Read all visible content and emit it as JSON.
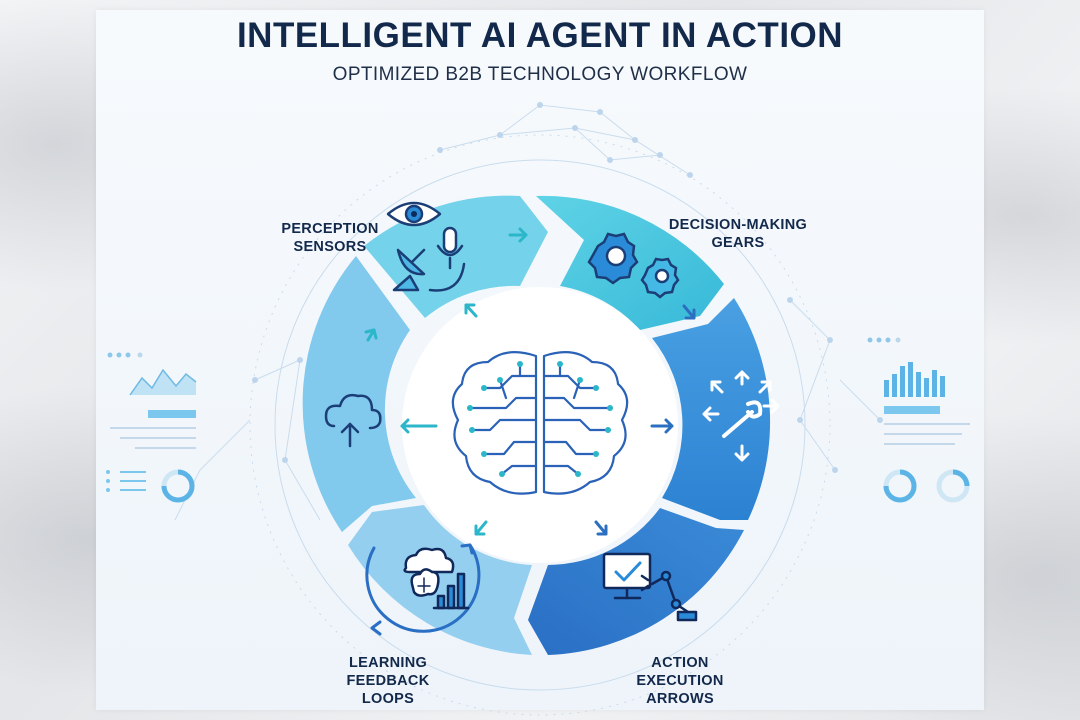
{
  "title": "INTELLIGENT AI AGENT IN ACTION",
  "subtitle": "OPTIMIZED B2B TECHNOLOGY WORKFLOW",
  "stages": [
    {
      "label_lines": [
        "PERCEPTION",
        "SENSORS"
      ],
      "icon": "eye-satellite-microphone-icon",
      "color": "#6fd0e8"
    },
    {
      "label_lines": [
        "DECISION-MAKING",
        "GEARS"
      ],
      "icon": "gears-icon",
      "color": "#3cc3df"
    },
    {
      "label_lines": [
        "",
        ""
      ],
      "icon": "arrows-wrench-icon",
      "color": "#2e8fd8"
    },
    {
      "label_lines": [
        "ACTION",
        "EXECUTION",
        "ARROWS"
      ],
      "icon": "monitor-robot-arm-icon",
      "color": "#3b87d6"
    },
    {
      "label_lines": [
        "LEARNING",
        "FEEDBACK",
        "LOOPS"
      ],
      "icon": "brain-cloud-chart-icon",
      "color": "#8fcdf0"
    },
    {
      "label_lines": [
        "",
        ""
      ],
      "icon": "cloud-upload-icon",
      "color": "#7cc6ec"
    }
  ],
  "center": {
    "icon": "circuit-brain-icon"
  },
  "colors": {
    "navy": "#13294b",
    "line_blue": "#2a62b8",
    "teal": "#2bb6c9"
  }
}
